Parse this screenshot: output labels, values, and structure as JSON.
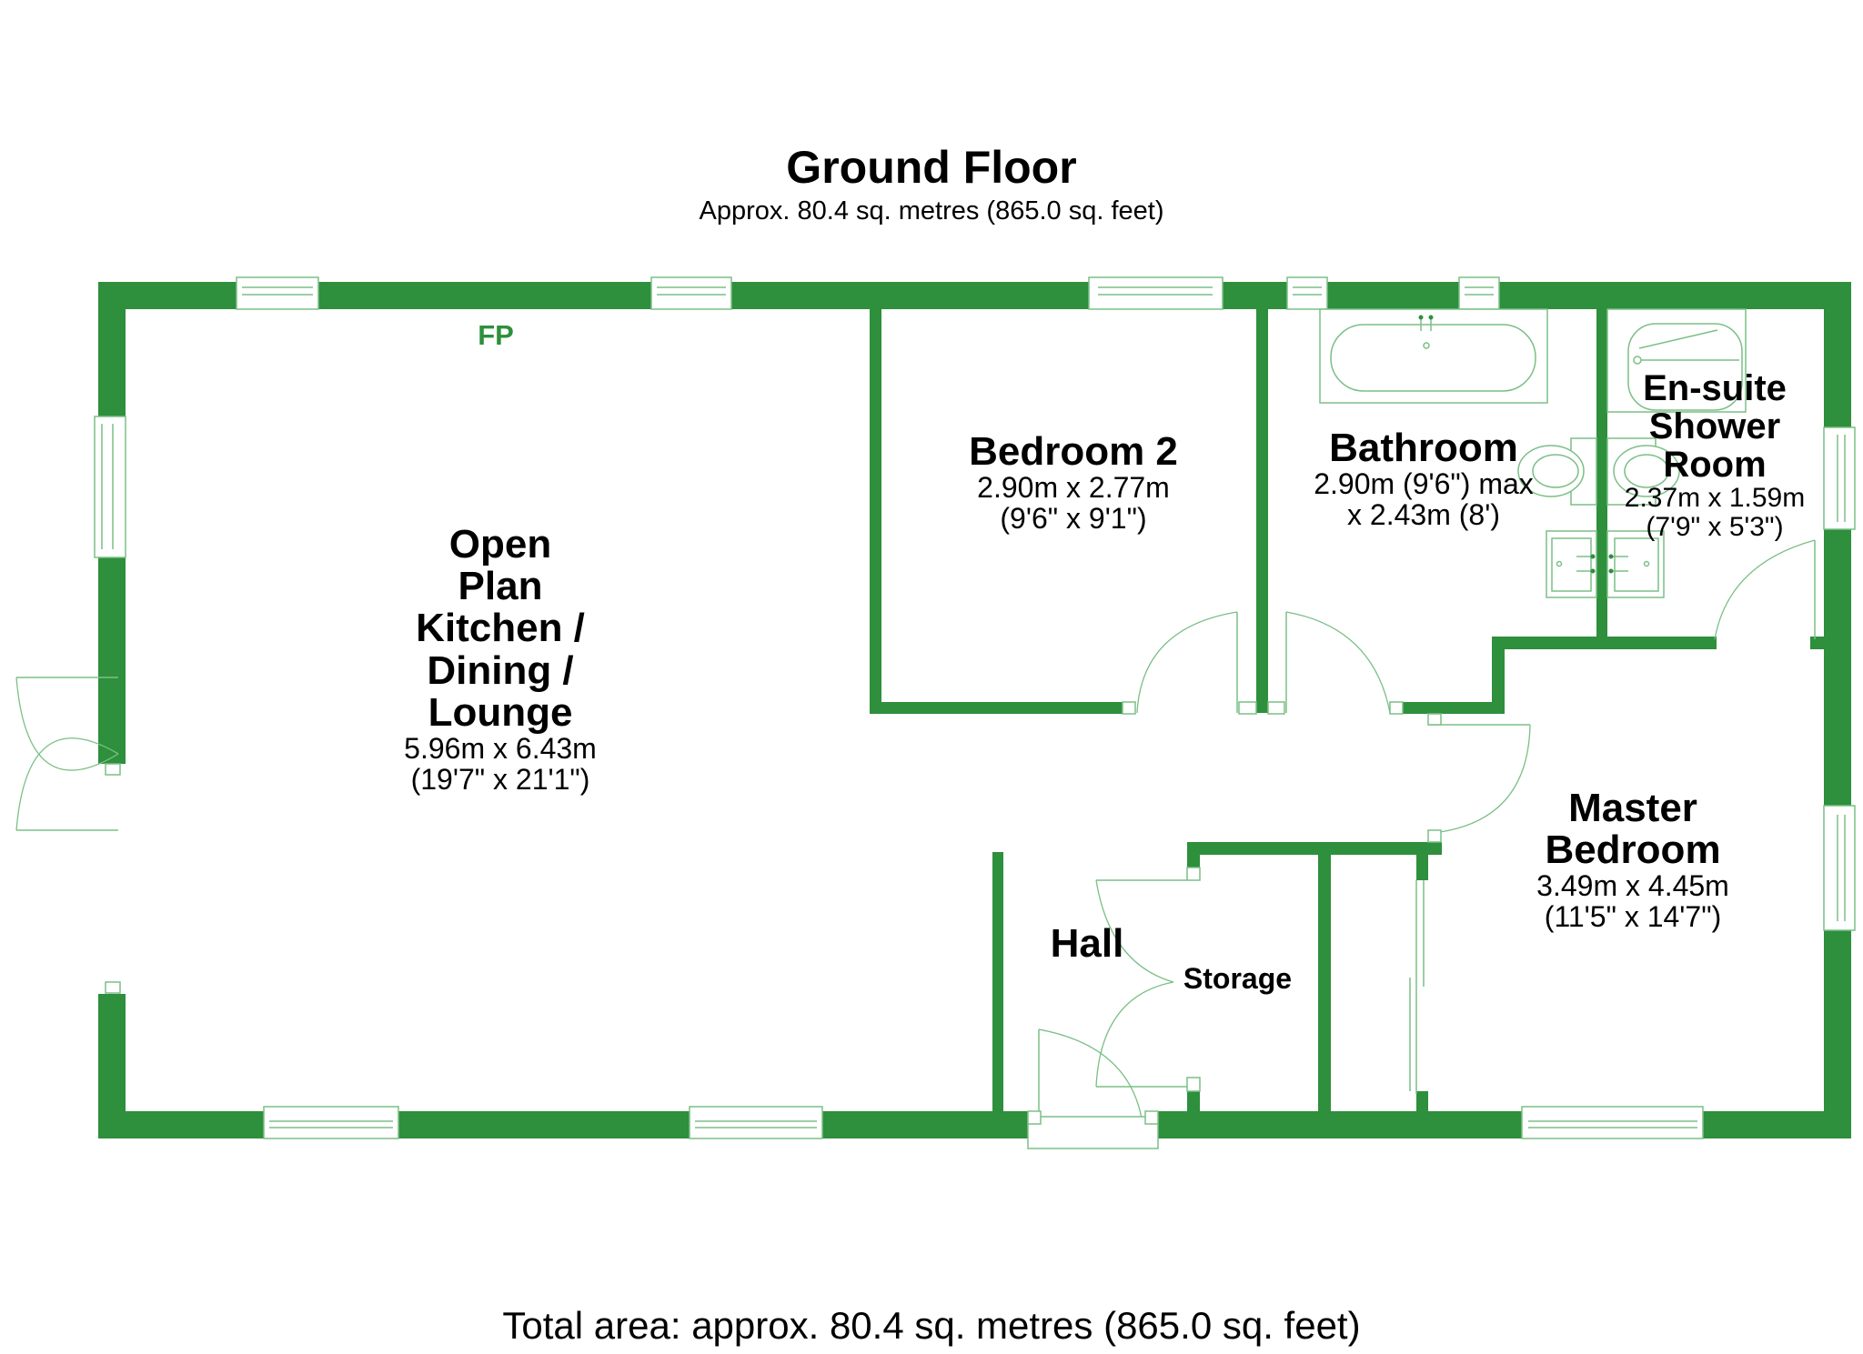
{
  "header": {
    "title": "Ground Floor",
    "subtitle": "Approx. 80.4 sq. metres (865.0 sq. feet)"
  },
  "footer": {
    "total_area": "Total area: approx. 80.4 sq. metres (865.0 sq. feet)"
  },
  "colors": {
    "wall": "#2e8f3c",
    "fixture_stroke": "#7bbf86",
    "text": "#000000",
    "fp_label": "#2e8f3c"
  },
  "markers": {
    "fireplace": "FP"
  },
  "rooms": [
    {
      "id": "open-plan",
      "name_lines": [
        "Open",
        "Plan",
        "Kitchen /",
        "Dining /",
        "Lounge"
      ],
      "dim_m": "5.96m x 6.43m",
      "dim_ft": "(19'7\" x 21'1\")"
    },
    {
      "id": "bedroom-2",
      "name_lines": [
        "Bedroom 2"
      ],
      "dim_m": "2.90m x 2.77m",
      "dim_ft": "(9'6\" x 9'1\")"
    },
    {
      "id": "bathroom",
      "name_lines": [
        "Bathroom"
      ],
      "dim_m": "2.90m (9'6\") max",
      "dim_ft": "x 2.43m (8')"
    },
    {
      "id": "ensuite",
      "name_lines": [
        "En-suite",
        "Shower",
        "Room"
      ],
      "dim_m": "2.37m x 1.59m",
      "dim_ft": "(7'9\" x 5'3\")"
    },
    {
      "id": "master-bedroom",
      "name_lines": [
        "Master",
        "Bedroom"
      ],
      "dim_m": "3.49m x 4.45m",
      "dim_ft": "(11'5\" x 14'7\")"
    },
    {
      "id": "hall",
      "name_lines": [
        "Hall"
      ]
    },
    {
      "id": "storage",
      "name_lines": [
        "Storage"
      ]
    }
  ]
}
